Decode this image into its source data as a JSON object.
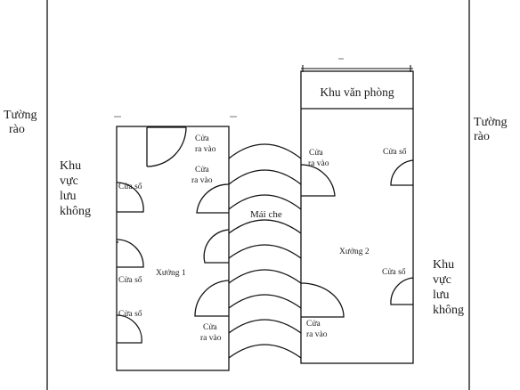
{
  "labels": {
    "wall_left_1": "Tường",
    "wall_left_2": "rào",
    "wall_right_1": "Tường",
    "wall_right_2": "rào",
    "air_left_1": "Khu",
    "air_left_2": "vực",
    "air_left_3": "lưu",
    "air_left_4": "không",
    "air_right_1": "Khu",
    "air_right_2": "vực",
    "air_right_3": "lưu",
    "air_right_4": "không",
    "office": "Khu văn phòng",
    "roof": "Mái che",
    "workshop_1": "Xưởng 1",
    "workshop_2": "Xưởng 2",
    "w1_door_top_1": "Cửa",
    "w1_door_top_2": "ra vào",
    "w1_door_mid_1": "Cửa",
    "w1_door_mid_2": "ra vào",
    "w1_door_bot_1": "Cửa",
    "w1_door_bot_2": "ra vào",
    "w1_window_1": "Cửa sổ",
    "w1_window_2": "Cửa sổ",
    "w1_window_3": "Cửa sổ",
    "w2_door_top_1": "Cửa",
    "w2_door_top_2": "ra vào",
    "w2_door_bot_1": "Cửa",
    "w2_door_bot_2": "ra vào",
    "w2_window_1": "Cửa sổ",
    "w2_window_2": "Cửa sổ"
  }
}
